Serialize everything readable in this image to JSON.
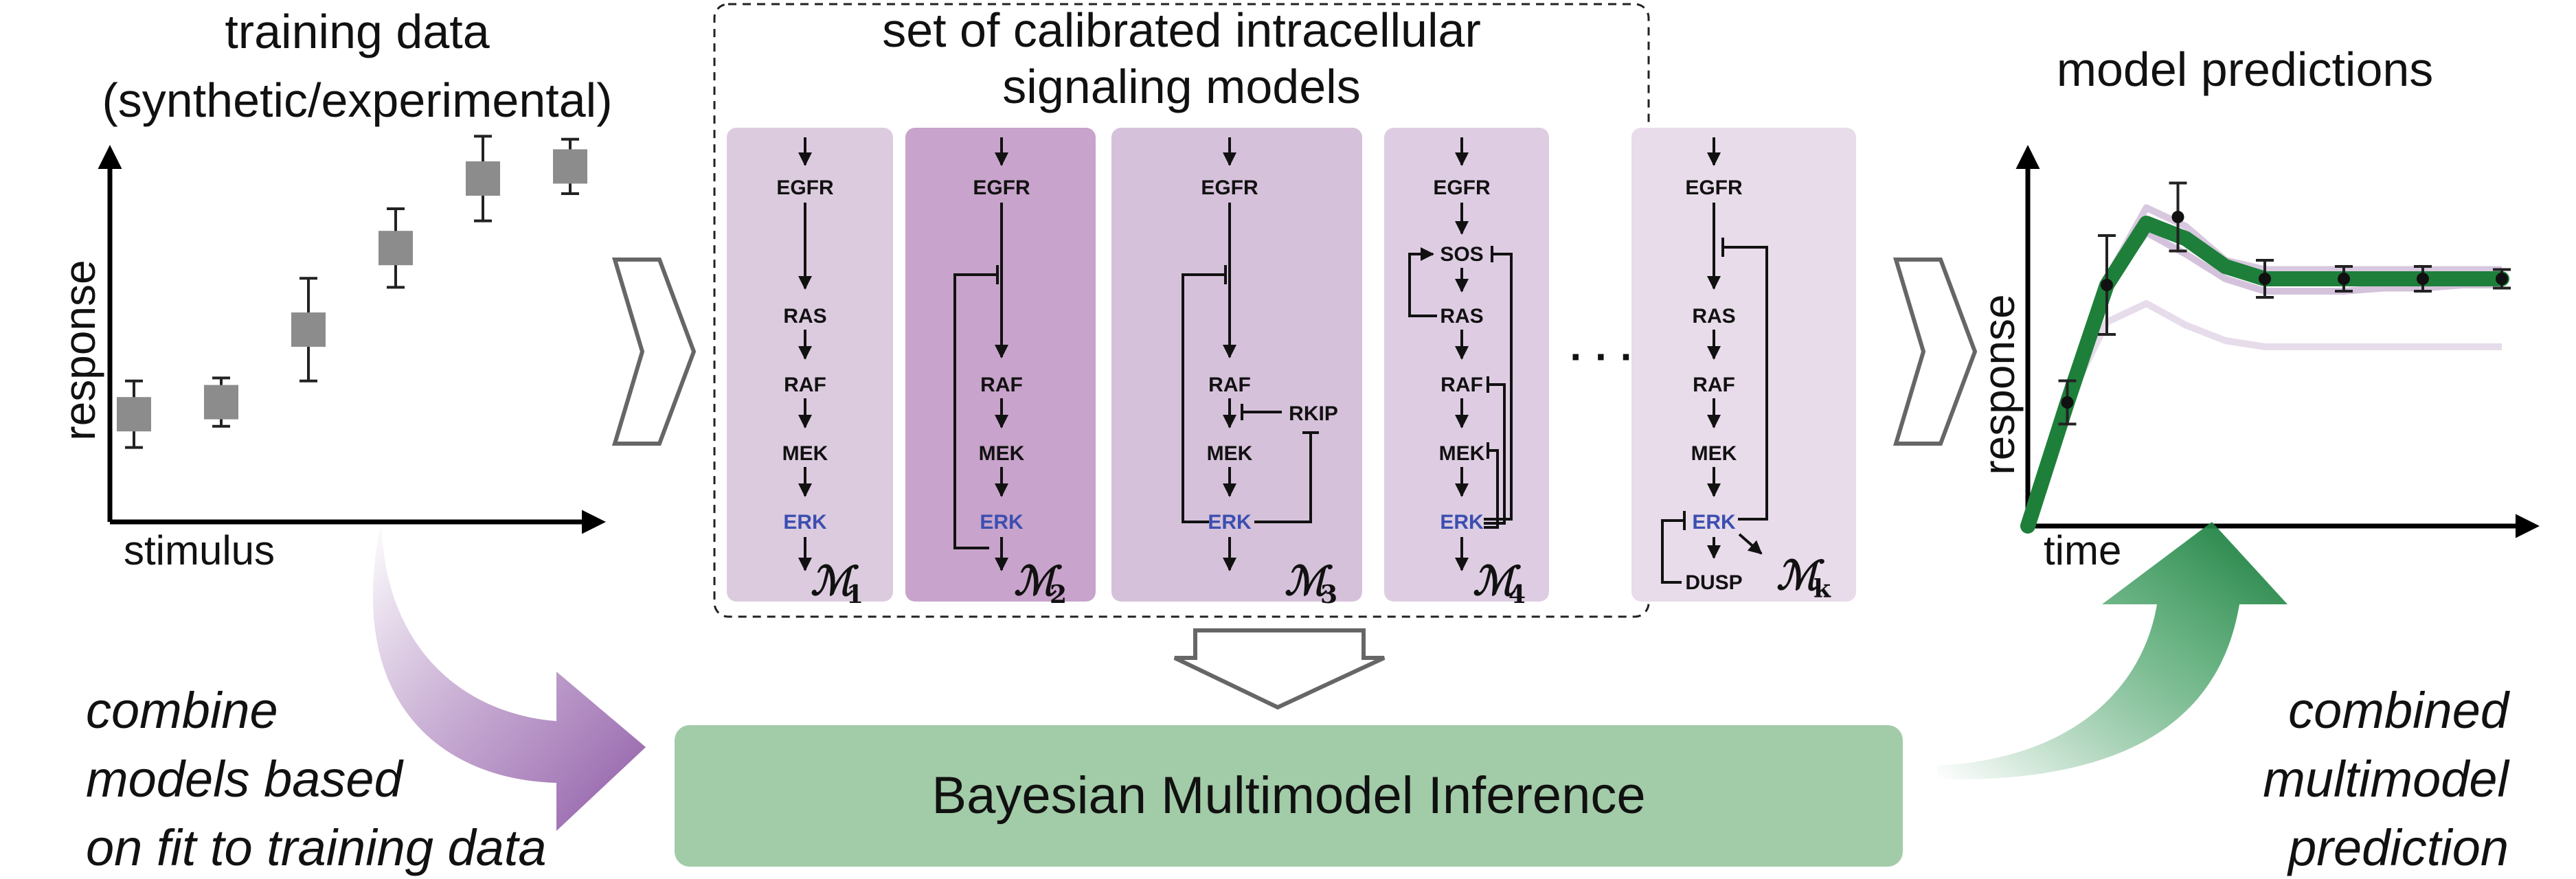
{
  "training": {
    "title_line1": "training data",
    "title_line2": "(synthetic/experimental)",
    "ylabel": "response",
    "xlabel": "stimulus"
  },
  "models_panel": {
    "title_line1": "set of calibrated intracellular",
    "title_line2": "signaling models",
    "ellipsis": "· · ·",
    "models": [
      {
        "symbol": "ℳ",
        "sub": "1",
        "color": "#dccbdf"
      },
      {
        "symbol": "ℳ",
        "sub": "2",
        "color": "#c8a3cb"
      },
      {
        "symbol": "ℳ",
        "sub": "3",
        "color": "#d6c1da"
      },
      {
        "symbol": "ℳ",
        "sub": "4",
        "color": "#decde2"
      },
      {
        "symbol": "ℳ",
        "sub": "k",
        "color": "#e8dbea"
      }
    ],
    "nodes": {
      "egfr": "EGFR",
      "ras": "RAS",
      "raf": "RAF",
      "mek": "MEK",
      "erk": "ERK",
      "sos": "SOS",
      "rkip": "RKIP",
      "dusp": "DUSP"
    }
  },
  "predictions": {
    "title": "model predictions",
    "ylabel": "response",
    "xlabel": "time"
  },
  "bottom": {
    "left_line1": "combine",
    "left_line2": "models based",
    "left_line3": "on fit to training data",
    "center": "Bayesian Multimodel Inference",
    "right_line1": "combined",
    "right_line2": "multimodel",
    "right_line3": "prediction"
  },
  "colors": {
    "marker": "#8c8c8c",
    "purple_arrow": "#9a6aae",
    "green_arrow": "#1f8a45",
    "bmi_box": "#a2cba8",
    "green_line": "#1e7f3a",
    "purple_traces": "#b79ac4",
    "erk_text": "#3b4fb0"
  },
  "chart_data": [
    {
      "type": "scatter",
      "title": "training data",
      "xlabel": "stimulus",
      "ylabel": "response",
      "x": [
        1,
        2,
        3,
        4,
        5,
        6
      ],
      "y": [
        0.22,
        0.26,
        0.5,
        0.77,
        1.0,
        1.04
      ],
      "yerr": [
        0.11,
        0.08,
        0.17,
        0.13,
        0.14,
        0.09
      ],
      "grid": false
    },
    {
      "type": "line",
      "title": "model predictions",
      "xlabel": "time",
      "ylabel": "response",
      "x": [
        0,
        0.5,
        1,
        1.5,
        2,
        2.5,
        3,
        3.5,
        4,
        4.5,
        5,
        5.5,
        6
      ],
      "series": [
        {
          "values": [
            0,
            0.4,
            0.78,
            0.98,
            0.93,
            0.84,
            0.8,
            0.8,
            0.8,
            0.8,
            0.8,
            0.8,
            0.8
          ]
        }
      ],
      "points": {
        "x": [
          0.5,
          1,
          1.9,
          3,
          4,
          5,
          6
        ],
        "y": [
          0.4,
          0.78,
          1.0,
          0.8,
          0.8,
          0.8,
          0.8
        ],
        "yerr": [
          0.07,
          0.16,
          0.11,
          0.06,
          0.04,
          0.04,
          0.03
        ]
      },
      "grid": false
    }
  ]
}
